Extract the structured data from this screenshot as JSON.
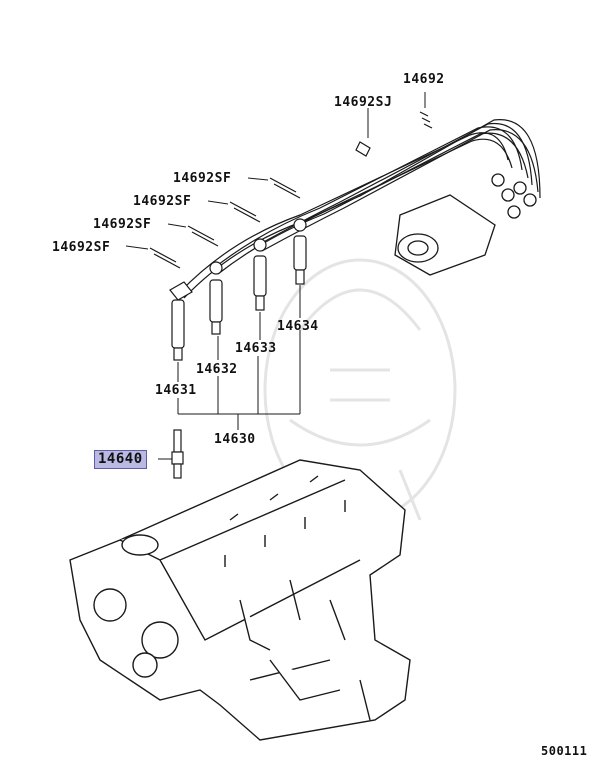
{
  "labels": {
    "l_14692": "14692",
    "l_14692sj": "14692SJ",
    "l_14692sf_1": "14692SF",
    "l_14692sf_2": "14692SF",
    "l_14692sf_3": "14692SF",
    "l_14692sf_4": "14692SF",
    "l_14634": "14634",
    "l_14633": "14633",
    "l_14632": "14632",
    "l_14631": "14631",
    "l_14630": "14630",
    "l_14640": "14640",
    "l_ref": "500111"
  },
  "colors": {
    "line": "#1a1a1a",
    "highlight_fill": "#b9b9e4",
    "highlight_border": "#5e5ea8",
    "watermark": "#e6e6e6"
  }
}
